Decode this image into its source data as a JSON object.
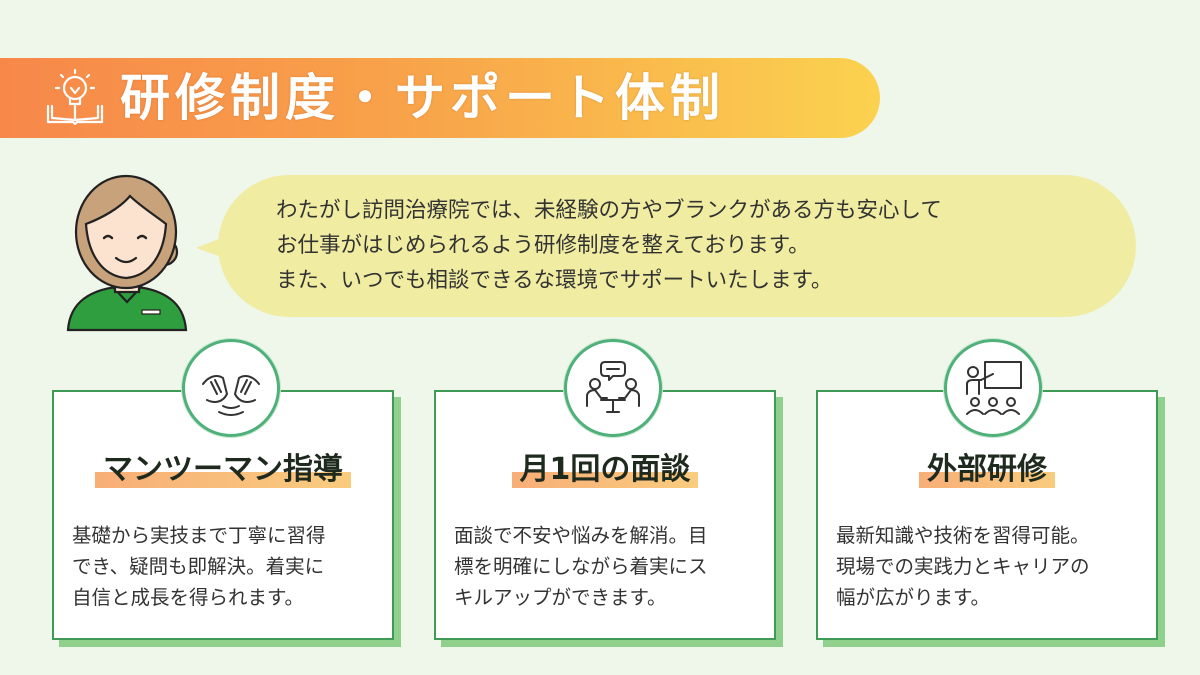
{
  "header": {
    "title": "研修制度・サポート体制",
    "icon": "lightbulb-book-icon",
    "gradient": [
      "#f7884a",
      "#fbd24f"
    ]
  },
  "intro": {
    "avatar": "staff-avatar",
    "lines": [
      "わたがし訪問治療院では、未経験の方やブランクがある方も安心して",
      "お仕事がはじめられるよう研修制度を整えております。",
      "また、いつでも相談できるな環境でサポートいたします。"
    ],
    "bubble_color": "#f0eda2"
  },
  "cards": [
    {
      "icon": "hands-icon",
      "title": "マンツーマン指導",
      "lines": [
        "基礎から実技まで丁寧に習得",
        "でき、疑問も即解決。着実に",
        "自信と成長を得られます。"
      ]
    },
    {
      "icon": "meeting-icon",
      "title": "月1回の面談",
      "lines": [
        "面談で不安や悩みを解消。目",
        "標を明確にしながら着実にス",
        "キルアップができます。"
      ]
    },
    {
      "icon": "presentation-icon",
      "title": "外部研修",
      "lines": [
        "最新知識や技術を習得可能。",
        "現場での実践力とキャリアの",
        "幅が広がります。"
      ]
    }
  ],
  "colors": {
    "accent_green": "#3f9a55",
    "shadow_green": "#8fd08d",
    "background": "#eef7ea"
  }
}
